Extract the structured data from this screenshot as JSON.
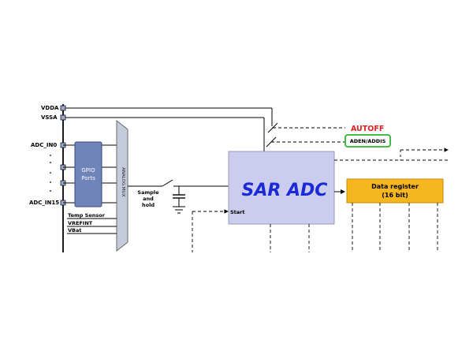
{
  "pins": {
    "vdda": "VDDA",
    "vssa": "VSSA",
    "in0": "ADC_IN0",
    "in15": "ADC_IN15"
  },
  "gpio": {
    "line1": "GPIO",
    "line2": "Ports"
  },
  "mux": "ANALOG MUX",
  "internal_inputs": [
    "Temp Sensor",
    "VREFINT",
    "VBat"
  ],
  "sample_hold": [
    "Sample",
    "and",
    "hold"
  ],
  "adc": {
    "title": "SAR ADC",
    "start": "Start"
  },
  "autooff": "AUTOFF",
  "aden": "ADEN/ADDIS",
  "data_register": {
    "line1": "Data register",
    "line2": "(16 bit)"
  },
  "colors": {
    "adc_fill": "#ccccee",
    "adc_text": "#1a2ad6",
    "gpio_fill": "#6f84b8",
    "mux_fill": "#c4ccdc",
    "reg_fill": "#f5b61e",
    "autooff": "#e02020",
    "aden_border": "#2bb52b",
    "pin_fill": "#9aa8d0"
  }
}
